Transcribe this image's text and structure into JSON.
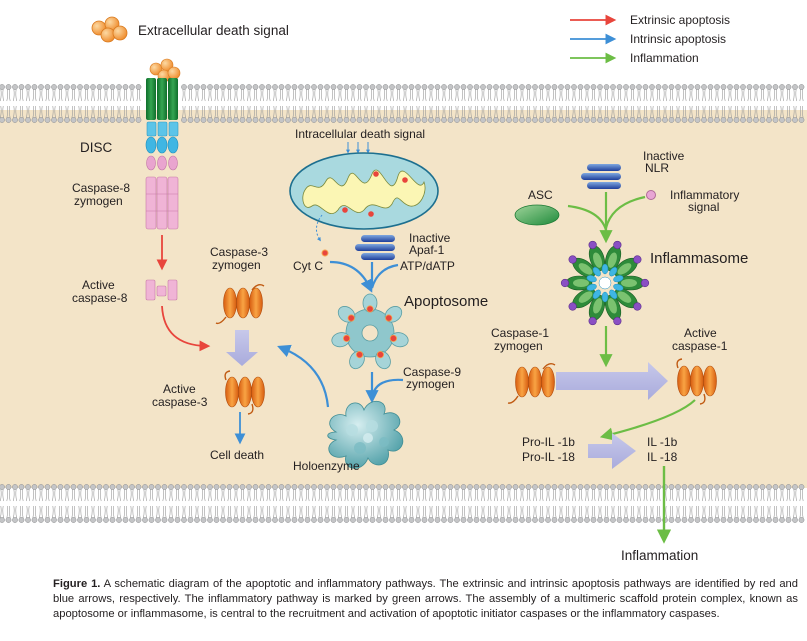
{
  "legend": {
    "extrinsic": {
      "label": "Extrinsic apoptosis",
      "color": "#e8453c"
    },
    "intrinsic": {
      "label": "Intrinsic apoptosis",
      "color": "#3d8fd6"
    },
    "inflammation": {
      "label": "Inflammation",
      "color": "#6cbd45"
    }
  },
  "labels": {
    "extracellular_signal": "Extracellular death signal",
    "disc": "DISC",
    "caspase8_zymogen_1": "Caspase-8",
    "caspase8_zymogen_2": "zymogen",
    "active_caspase8_1": "Active",
    "active_caspase8_2": "caspase-8",
    "intracellular_signal": "Intracellular death signal",
    "cyt_c": "Cyt C",
    "inactive_apaf_1": "Inactive",
    "inactive_apaf_2": "Apaf-1",
    "atp_datp": "ATP/dATP",
    "apoptosome": "Apoptosome",
    "caspase9_zymogen_1": "Caspase-9",
    "caspase9_zymogen_2": "zymogen",
    "holoenzyme": "Holoenzyme",
    "caspase3_zymogen_1": "Caspase-3",
    "caspase3_zymogen_2": "zymogen",
    "active_caspase3_1": "Active",
    "active_caspase3_2": "caspase-3",
    "cell_death": "Cell death",
    "inactive_nlr_1": "Inactive",
    "inactive_nlr_2": "NLR",
    "asc": "ASC",
    "inflammatory_signal_1": "Inflammatory",
    "inflammatory_signal_2": "signal",
    "inflammasome": "Inflammasome",
    "caspase1_zymogen_1": "Caspase-1",
    "caspase1_zymogen_2": "zymogen",
    "active_caspase1_1": "Active",
    "active_caspase1_2": "caspase-1",
    "pro_il_1b": "Pro-IL -1b",
    "pro_il_18": "Pro-IL -18",
    "il_1b": "IL -1b",
    "il_18": "IL -18",
    "inflammation_out": "Inflammation"
  },
  "caption": {
    "figure_label": "Figure 1.",
    "text": " A schematic diagram of the apoptotic and inflammatory pathways. The extrinsic and intrinsic apoptosis pathways are identified by red and blue arrows, respectively. The inflammatory pathway is marked by green arrows. The assembly of a multimeric scaffold protein complex, known as apoptosome or inflammasome, is central to the recruitment and activation of apoptotic initiator caspases or the inflammatory caspases."
  },
  "colors": {
    "cytoplasm": "#f3e4c8",
    "membrane_head": "#b8b9bb",
    "receptor": "#1f8a3b",
    "ligand": "#f39a3a",
    "caspase": "#ee7d1f",
    "mitochondrion": "#a9d9df",
    "apoptosome": "#8fc7cc",
    "inflammasome": "#2e8b3a"
  }
}
